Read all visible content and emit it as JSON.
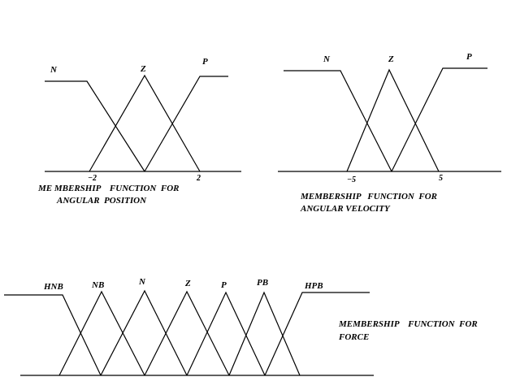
{
  "diagrams": [
    {
      "id": "angular-position",
      "sets": [
        "N",
        "Z",
        "P"
      ],
      "ticks": [
        "−2",
        "2"
      ],
      "caption": [
        "ME MBERSHIP    FUNCTION  FOR",
        "ANGULAR  POSITION"
      ]
    },
    {
      "id": "angular-velocity",
      "sets": [
        "N",
        "Z",
        "P"
      ],
      "ticks": [
        "−5",
        "5"
      ],
      "caption": [
        "MEMBERSHIP   FUNCTION  FOR",
        "ANGULAR VELOCITY"
      ]
    },
    {
      "id": "force",
      "sets": [
        "HNB",
        "NB",
        "N",
        "Z",
        "P",
        "PB",
        "HPB"
      ],
      "ticks": [],
      "caption": [
        "MEMBERSHIP    FUNCTION  FOR",
        "FORCE"
      ]
    }
  ]
}
